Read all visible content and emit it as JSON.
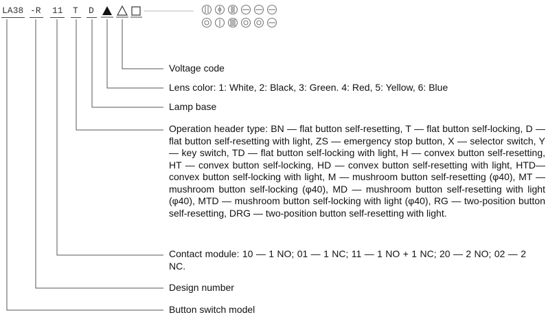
{
  "code": {
    "model": "LA38",
    "design": "-R",
    "contact": "11",
    "operation": "T",
    "base": "D"
  },
  "icons": {
    "voltage_symbol": "triangle-outline-icon",
    "lens_symbol": "triangle-filled-icon",
    "extra_symbol": "square-outline-icon",
    "row1": [
      "button-flat-icon",
      "button-lock-icon",
      "button-light-icon",
      "button-selector-icon",
      "button-key-icon",
      "button-mushroom-icon"
    ],
    "row2": [
      "button-flat-light-icon",
      "button-lock-light-icon",
      "button-light-lock-icon",
      "button-convex-icon",
      "button-convex-lock-icon",
      "button-two-position-icon"
    ]
  },
  "descriptions": {
    "voltage": "Voltage code",
    "lens": "Lens color: 1: White, 2: Black, 3: Green. 4: Red, 5: Yellow, 6: Blue",
    "base": "Lamp base",
    "operation": "Operation header type: BN — flat button self-resetting, T — flat button self-locking, D — flat button self-resetting with light, ZS — emergency stop button, X — selector switch, Y — key switch, TD — flat button self-locking with light, H — convex button self-resetting, HT — convex button self-locking, HD — convex button self-resetting with light, HTD— convex button self-locking with light, M — mushroom button self-resetting (φ40), MT — mushroom button self-locking (φ40), MD — mushroom button self-resetting with light (φ40), MTD — mushroom button self-locking with light (φ40), RG — two-position button self-resetting, DRG — two-position button self-resetting with light.",
    "contact": "Contact module: 10 — 1 NO; 01 — 1 NC; 11 — 1 NO + 1 NC; 20 — 2 NO; 02 — 2 NC.",
    "design": "Design number",
    "model": "Button switch model"
  }
}
